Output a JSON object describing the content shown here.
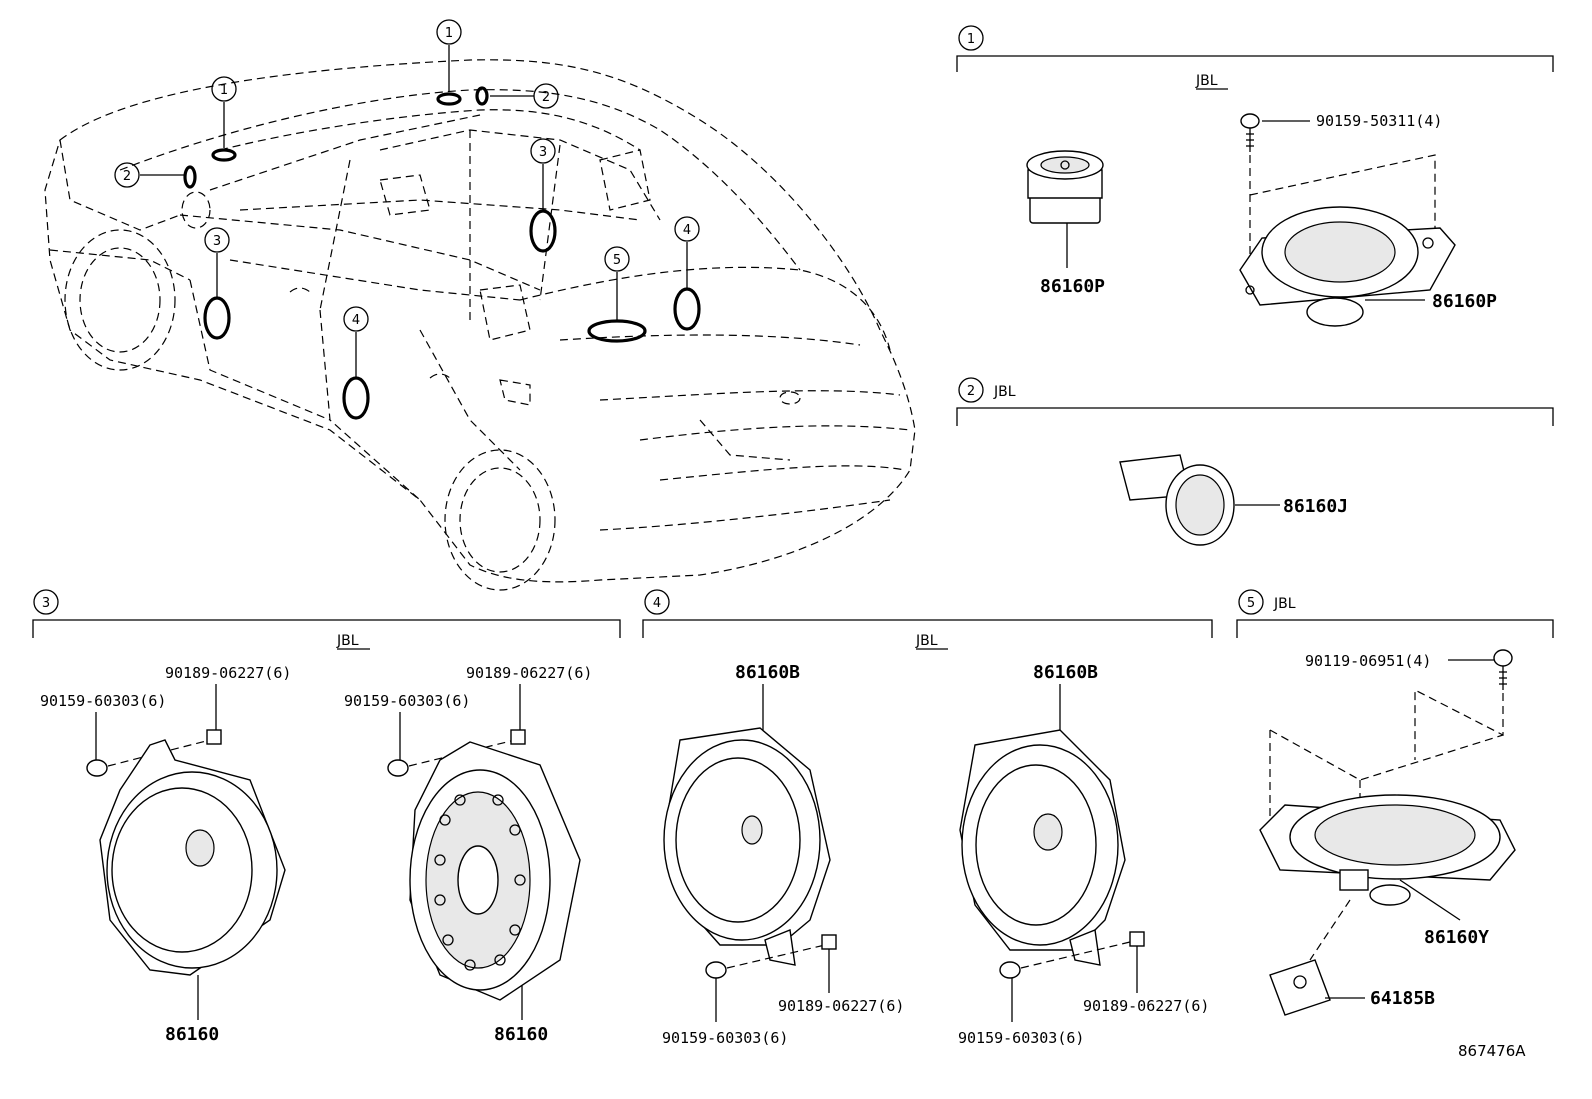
{
  "diagram": {
    "figure_code": "867476A",
    "brand": "JBL",
    "car_callouts": [
      "1",
      "1",
      "2",
      "2",
      "3",
      "3",
      "4",
      "4",
      "5"
    ],
    "groups": [
      {
        "id": "1",
        "brand": "JBL",
        "parts": [
          "86160P",
          "86160P"
        ],
        "fasteners": [
          "90159-50311(4)"
        ]
      },
      {
        "id": "2",
        "brand": "JBL",
        "parts": [
          "86160J"
        ],
        "fasteners": []
      },
      {
        "id": "3",
        "brand": "JBL",
        "parts": [
          "86160",
          "86160"
        ],
        "fasteners": [
          "90189-06227(6)",
          "90159-60303(6)",
          "90189-06227(6)",
          "90159-60303(6)"
        ]
      },
      {
        "id": "4",
        "brand": "JBL",
        "parts": [
          "86160B",
          "86160B"
        ],
        "fasteners": [
          "90159-60303(6)",
          "90189-06227(6)",
          "90159-60303(6)",
          "90189-06227(6)"
        ]
      },
      {
        "id": "5",
        "brand": "JBL",
        "parts": [
          "86160Y",
          "64185B"
        ],
        "fasteners": [
          "90119-06951(4)"
        ]
      }
    ]
  }
}
